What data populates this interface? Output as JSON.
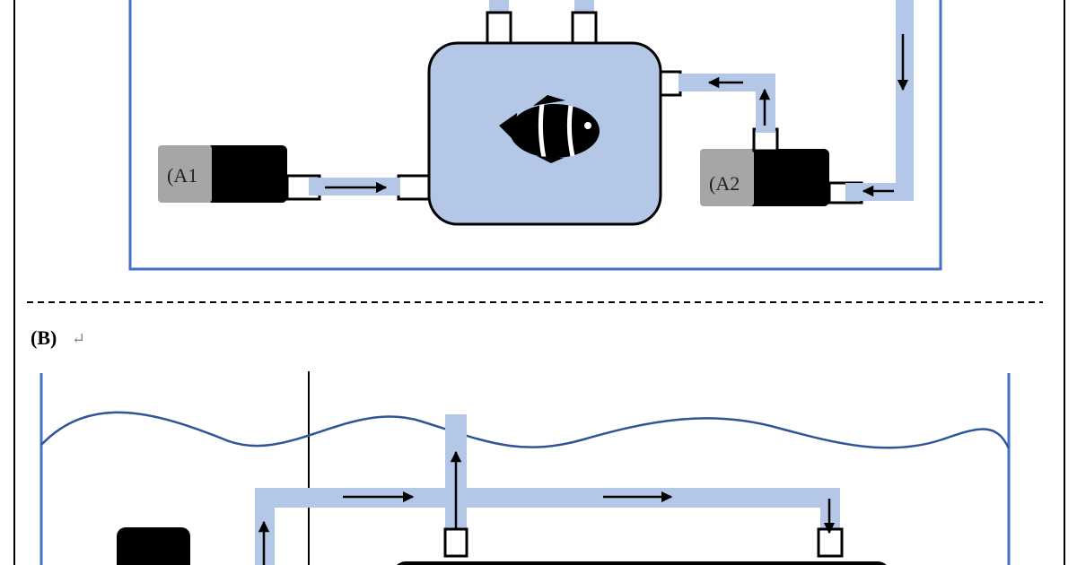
{
  "panel_a": {
    "pump_left_label": "(A1",
    "pump_right_label": "(A2",
    "colors": {
      "pipe": "#b4c7e7",
      "tank_border": "#4472c4",
      "pump_grey": "#a6a6a6",
      "pump_body": "#000000"
    }
  },
  "panel_b": {
    "label": "(B)",
    "return_mark": "↵",
    "colors": {
      "water_line": "#2f5597",
      "pipe": "#b4c7e7"
    }
  },
  "icons": {
    "fish": "clownfish-icon",
    "arrow": "flow-arrow-icon"
  }
}
